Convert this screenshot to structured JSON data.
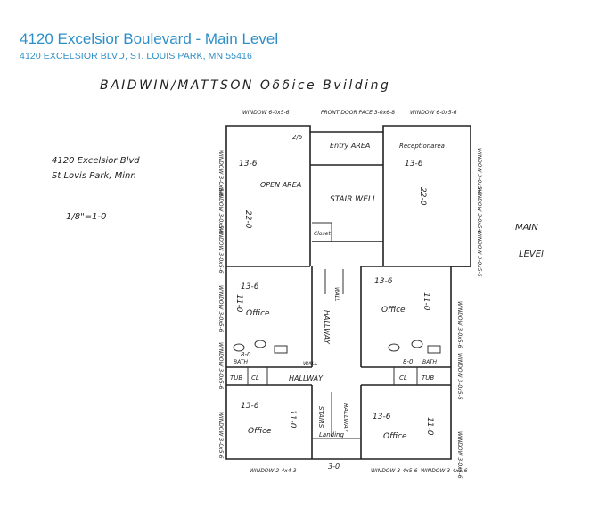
{
  "header": {
    "title": "4120 Excelsior Boulevard - Main Level",
    "subtitle": "4120 EXCELSIOR BLVD, ST. LOUIS PARK, MN 55416"
  },
  "handwritten": {
    "building": "BAIDWIN/MATTSON Oδδice Bvilding",
    "address_line1": "4120 Excelsior Blvd",
    "address_line2": "St Lovis Park, Minn",
    "scale": "1/8\"=1-0",
    "main": "MAIN",
    "level": "LEVEl"
  },
  "rooms": {
    "open_area": "OPEN AREA",
    "entry_area": "Entry AREA",
    "stair_well": "STAIR WELL",
    "closet": "Closet",
    "reception_area": "Receptionarea",
    "office_mid_left": "Office",
    "office_mid_right": "Office",
    "office_bot_left": "Office",
    "office_bot_right": "Office",
    "bath_left": "BATH",
    "bath_right": "BATH",
    "tub_left": "TUB",
    "cl_left": "CL",
    "cl_right": "CL",
    "tub_right": "TUB",
    "hallway_vertical": "HALLWAY",
    "hallway_horizontal": "HALLWAY",
    "hallway_lower": "HALLWAY",
    "stairs": "STAIRS",
    "landing": "Landing",
    "wall_label": "WALL",
    "wall_label2": "WALL"
  },
  "dimensions": {
    "open_width": "13-6",
    "open_depth": "22-0",
    "reception_width": "13-6",
    "reception_depth": "22-0",
    "mid_left_width": "13-6",
    "mid_left_depth": "11-0",
    "mid_right_width": "13-6",
    "mid_right_depth": "11-0",
    "bot_left_width": "13-6",
    "bot_left_depth": "11-0",
    "bot_right_width": "13-6",
    "bot_right_depth": "11-0",
    "bath_left": "8-0",
    "bath_right": "8-0",
    "door_2_6": "2/6",
    "landing_width": "3-0"
  },
  "windows": {
    "top_left": "WINDOW 6-0x5-6",
    "front_door": "FRONT DOOR PACE 3-0x6-8",
    "top_right": "WINDOW 6-0x5-6",
    "left_1": "WINDOW 3-0x5-6",
    "left_2": "WINDOW 3-0x5-6",
    "left_3": "WINDOW 3-0x5-6",
    "left_4": "WINDOW 3-0x5-6",
    "left_5": "WINDOW 3-0x5-6",
    "left_6": "WINDOW 3-0x5-6",
    "right_1": "WINDOW 3-0x5-6",
    "right_2": "WINDOW 3-0x5-6",
    "right_3": "WINDOW 3-0x5-6",
    "right_4": "WINDOW 3-0x5-6",
    "right_5": "WINDOW 3-0x5-6",
    "right_6": "WINDOW 3-0x5-6",
    "bottom_left": "WINDOW 2-4x4-3",
    "bottom_mid": "WINDOW 3-4x5-6",
    "bottom_right": "WINDOW 3-4x5-6"
  }
}
